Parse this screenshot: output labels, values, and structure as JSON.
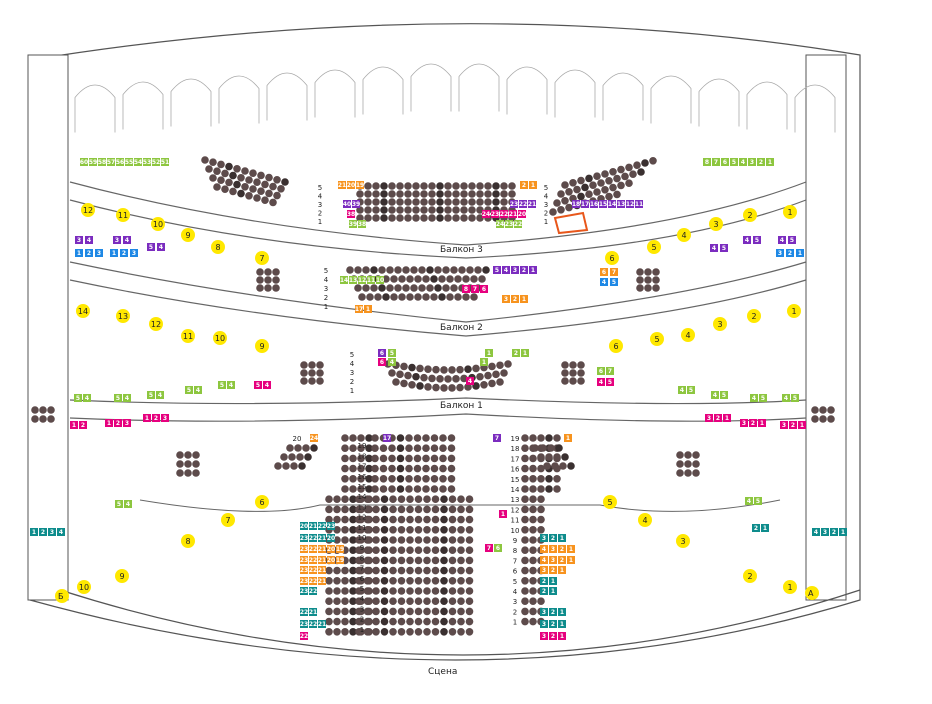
{
  "labels": {
    "balcony3": "Балкон 3",
    "balcony2": "Балкон 2",
    "balcony1": "Балкон 1",
    "stage": "Сцена",
    "side_a": "А",
    "side_b": "Б"
  },
  "colors": {
    "seat_available": "#5d4b4b",
    "seat_sold": "#3a3030",
    "green": "#8dc63f",
    "pink": "#e6007e",
    "purple": "#7b2cbf",
    "blue": "#1e88e5",
    "orange": "#f7931e",
    "teal": "#0e8c8c",
    "marker_yellow": "#ffe800",
    "selection": "#e8571b"
  },
  "boxes_left": [
    "12",
    "11",
    "10",
    "9",
    "8",
    "7",
    "6"
  ],
  "boxes_right": [
    "1",
    "2",
    "3",
    "4",
    "5",
    "6"
  ],
  "tier2_left": [
    "14",
    "13",
    "12",
    "11",
    "10",
    "9"
  ],
  "tier2_right": [
    "1",
    "2",
    "3",
    "4",
    "5",
    "6"
  ],
  "ground_left": [
    "6",
    "7",
    "8",
    "9",
    "10"
  ],
  "ground_right": [
    "5",
    "4",
    "3",
    "2",
    "1"
  ],
  "b3_rows": [
    "5",
    "4",
    "3",
    "2",
    "1"
  ],
  "b2_rows": [
    "5",
    "4",
    "3",
    "2",
    "1"
  ],
  "b1_rows": [
    "5",
    "4",
    "3",
    "2",
    "1"
  ],
  "stalls_left_rows": [
    "20",
    "19",
    "18",
    "17",
    "16",
    "15",
    "14",
    "13",
    "12",
    "11",
    "10",
    "9",
    "8",
    "7",
    "6",
    "5",
    "4",
    "3",
    "2",
    "1"
  ],
  "stalls_right_rows": [
    "19",
    "18",
    "17",
    "16",
    "15",
    "14",
    "13",
    "12",
    "11",
    "10",
    "9",
    "8",
    "7",
    "6",
    "5",
    "4",
    "3",
    "2",
    "1"
  ],
  "b3_left_gallery": [
    "60",
    "59",
    "58",
    "57",
    "56",
    "55",
    "54",
    "53",
    "52",
    "51"
  ],
  "b3_right_gallery": [
    "8",
    "7",
    "6",
    "5",
    "4",
    "3",
    "2",
    "1"
  ],
  "b3_center_top": [
    "21",
    "20",
    "19"
  ],
  "b3_center_row3": [
    "40",
    "39"
  ],
  "b3_center_row2": [
    "38"
  ],
  "b3_center_row1": [
    "39",
    "38"
  ],
  "b3_right_row3": [
    "23",
    "22",
    "21"
  ],
  "b3_right_row2": [
    "24",
    "23",
    "22",
    "21",
    "20"
  ],
  "b3_right_row1": [
    "24",
    "23",
    "22"
  ],
  "b3_top_right": [
    "2",
    "1"
  ],
  "b3_right_purple": [
    "18",
    "17",
    "16",
    "15",
    "14",
    "13",
    "12",
    "11"
  ],
  "b2_center_row5": [
    "5",
    "4",
    "3",
    "2",
    "1"
  ],
  "b2_center_row4": [
    "14",
    "13",
    "12",
    "11",
    "10"
  ],
  "b2_center_row3": [
    "8",
    "7",
    "6"
  ],
  "b2_center_row2": [
    "3",
    "2",
    "1"
  ],
  "b2_center_row1": [
    "17",
    "1"
  ],
  "b1_left": [
    "6",
    "5",
    "4",
    "3"
  ],
  "b1_right": [
    "2",
    "1"
  ],
  "stalls_left_blocks": {
    "r20": [
      "20",
      "21",
      "22",
      "23"
    ],
    "r19": [
      "23",
      "22",
      "21",
      "20"
    ],
    "r18": [
      "23",
      "22",
      "21",
      "20",
      "19"
    ],
    "r17": [
      "23",
      "22",
      "21",
      "20",
      "19"
    ],
    "r16": [
      "23",
      "22",
      "21"
    ],
    "r15": [
      "23",
      "22",
      "21"
    ],
    "r14": [
      "23",
      "22"
    ],
    "r13": [
      "22",
      "21"
    ],
    "r12": [
      "23",
      "22",
      "21"
    ],
    "r11": [
      "22"
    ]
  },
  "stalls_right_blocks": {
    "r9": [
      "3",
      "2",
      "1"
    ],
    "r8": [
      "4",
      "3",
      "2",
      "1"
    ],
    "r7": [
      "4",
      "3",
      "2",
      "1"
    ],
    "r6": [
      "3",
      "2",
      "1"
    ],
    "r5": [
      "2",
      "1"
    ],
    "r4": [
      "2",
      "1"
    ],
    "r3": [
      "3",
      "2",
      "1"
    ],
    "r2": [
      "3",
      "2",
      "1"
    ],
    "r1": [
      "3",
      "2",
      "1"
    ]
  }
}
